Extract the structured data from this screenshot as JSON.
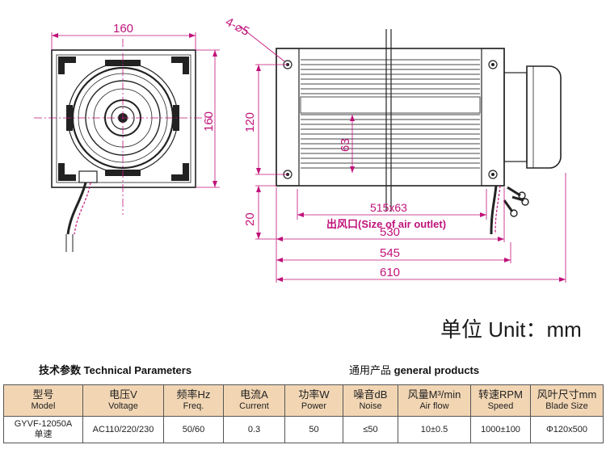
{
  "drawing": {
    "left_view": {
      "width_label": "160",
      "height_label": "160"
    },
    "right_view": {
      "hole_label": "4-⌀5",
      "dim_120": "120",
      "dim_63": "63",
      "dim_20": "20",
      "outlet_size": "515x63",
      "outlet_caption": "出风口(Size of  air outlet)",
      "dim_530": "530",
      "dim_545": "545",
      "dim_610": "610"
    }
  },
  "unit": {
    "label": "单位 Unit：mm"
  },
  "sections": {
    "left_cn": "技术参数",
    "left_en": "Technical Parameters",
    "right_cn": "通用产品",
    "right_en": "general products"
  },
  "table": {
    "headers": [
      {
        "cn": "型号",
        "en": "Model"
      },
      {
        "cn": "电压V",
        "en": "Voltage"
      },
      {
        "cn": "频率Hz",
        "en": "Freq."
      },
      {
        "cn": "电流A",
        "en": "Current"
      },
      {
        "cn": "功率W",
        "en": "Power"
      },
      {
        "cn": "噪音dB",
        "en": "Noise"
      },
      {
        "cn": "风量M³/min",
        "en": "Air flow"
      },
      {
        "cn": "转速RPM",
        "en": "Speed"
      },
      {
        "cn": "风叶尺寸mm",
        "en": "Blade Size"
      }
    ],
    "row": {
      "model": "GYVF-12050A",
      "model_note": "单速",
      "voltage": "AC110/220/230",
      "freq": "50/60",
      "current": "0.3",
      "power": "50",
      "noise": "≤50",
      "airflow": "10±0.5",
      "speed": "1000±100",
      "blade": "Φ120x500"
    }
  },
  "colors": {
    "dimension": "#c0127a",
    "header_bg": "#f2d6b4",
    "line": "#222222"
  }
}
